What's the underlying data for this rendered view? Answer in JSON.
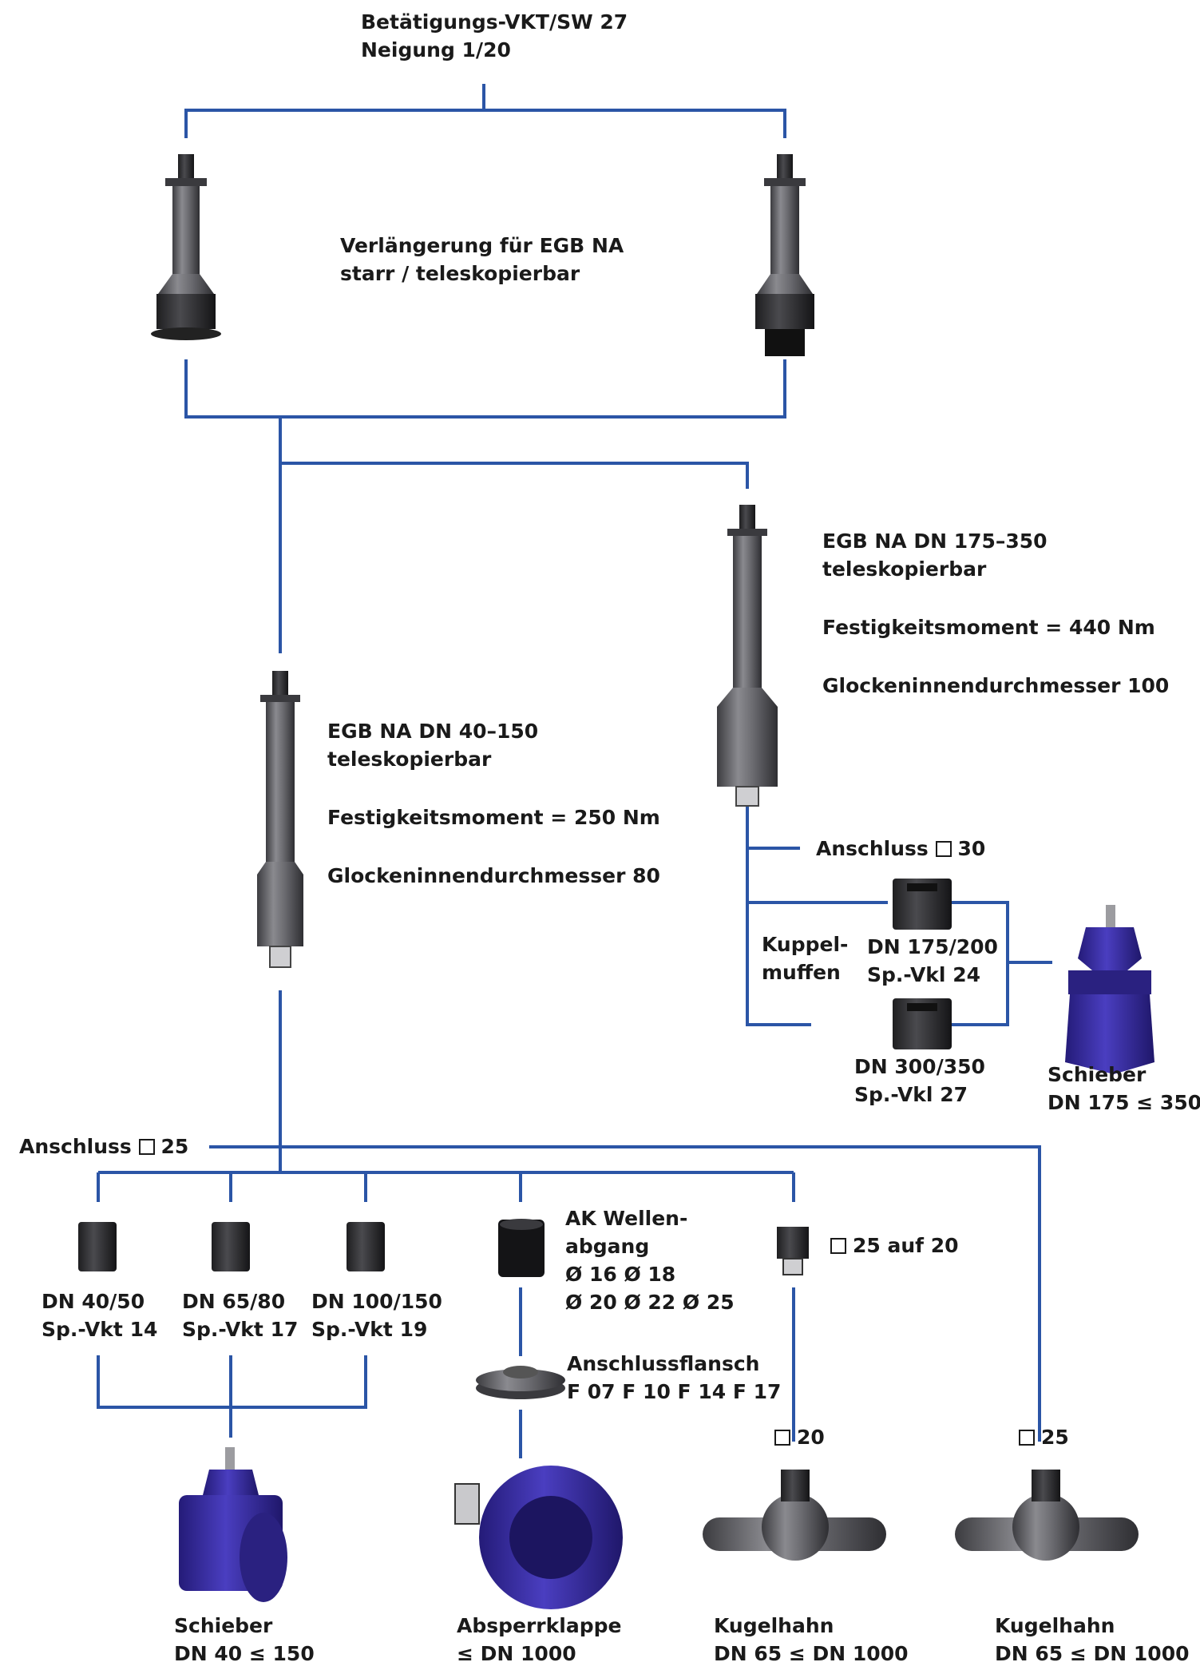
{
  "top": {
    "line1": "Betätigungs-VKT/SW 27",
    "line2": "Neigung 1/20"
  },
  "extension": {
    "line1": "Verlängerung für EGB NA",
    "line2": "starr / teleskopierbar"
  },
  "egb_large": {
    "line1": "EGB NA DN 175–350",
    "line2": "teleskopierbar",
    "moment": "Festigkeitsmoment = 440 Nm",
    "bell": "Glockeninnendurchmesser 100"
  },
  "egb_small": {
    "line1": "EGB NA DN 40–150",
    "line2": "teleskopierbar",
    "moment": "Festigkeitsmoment = 250 Nm",
    "bell": "Glockeninnendurchmesser 80"
  },
  "connection30": {
    "label": "Anschluss",
    "value": "30"
  },
  "couplings": {
    "label1": "Kuppel-",
    "label2": "muffen"
  },
  "coupling_a": {
    "line1": "DN 175/200",
    "line2": "Sp.-Vkl 24"
  },
  "coupling_b": {
    "line1": "DN 300/350",
    "line2": "Sp.-Vkl 27"
  },
  "gate_valve_large": {
    "line1": "Schieber",
    "line2": "DN 175 ≤ 350"
  },
  "connection25": {
    "label": "Anschluss",
    "value": "25"
  },
  "sleeves": [
    {
      "line1": "DN 40/50",
      "line2": "Sp.-Vkt 14"
    },
    {
      "line1": "DN 65/80",
      "line2": "Sp.-Vkt 17"
    },
    {
      "line1": "DN 100/150",
      "line2": "Sp.-Vkt 19"
    }
  ],
  "shaft_adapter": {
    "line1": "AK Wellen-",
    "line2": "abgang",
    "line3": "Ø 16 Ø 18",
    "line4": "Ø 20 Ø 22 Ø 25"
  },
  "flange": {
    "line1": "Anschlussflansch",
    "line2": "F 07 F 10 F 14 F 17"
  },
  "reducer": {
    "label": "25 auf 20"
  },
  "square20": {
    "label": "20"
  },
  "square25": {
    "label": "25"
  },
  "bottom": [
    {
      "line1": "Schieber",
      "line2": "DN 40 ≤ 150"
    },
    {
      "line1": "Absperrklappe",
      "line2": "≤ DN 1000"
    },
    {
      "line1": "Kugelhahn",
      "line2": "DN 65 ≤ DN 1000"
    },
    {
      "line1": "Kugelhahn",
      "line2": "DN 65 ≤ DN 1000"
    }
  ],
  "colors": {
    "line": "#2b55a6",
    "valve": "#3a2f9e",
    "part": "#5a5a5e",
    "dark": "#2a2a2c"
  }
}
